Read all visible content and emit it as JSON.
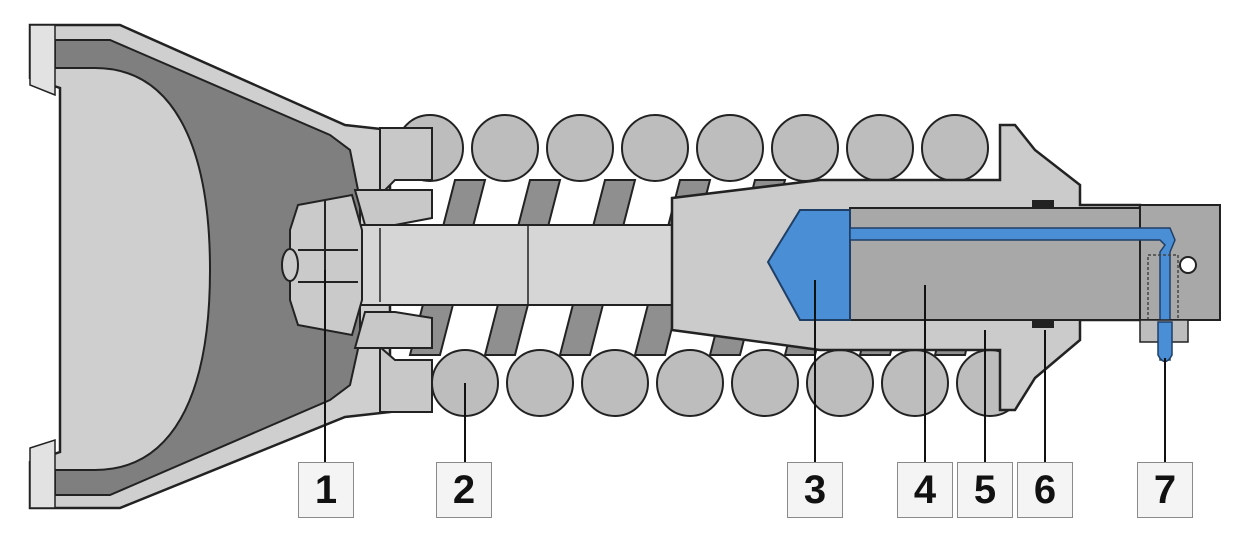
{
  "colors": {
    "steel": "#c4c4c4",
    "steel_light": "#d3d3d3",
    "fork_inner": "#7f7f7f",
    "spring": "#bdbdbd",
    "spring_dark": "#8f8f8f",
    "hydraulic": "#4a8fd6",
    "outline": "#222222",
    "box_border": "#8a8a8a"
  },
  "callouts": [
    {
      "number": "1"
    },
    {
      "number": "2"
    },
    {
      "number": "3"
    },
    {
      "number": "4"
    },
    {
      "number": "5"
    },
    {
      "number": "6"
    },
    {
      "number": "7"
    }
  ]
}
